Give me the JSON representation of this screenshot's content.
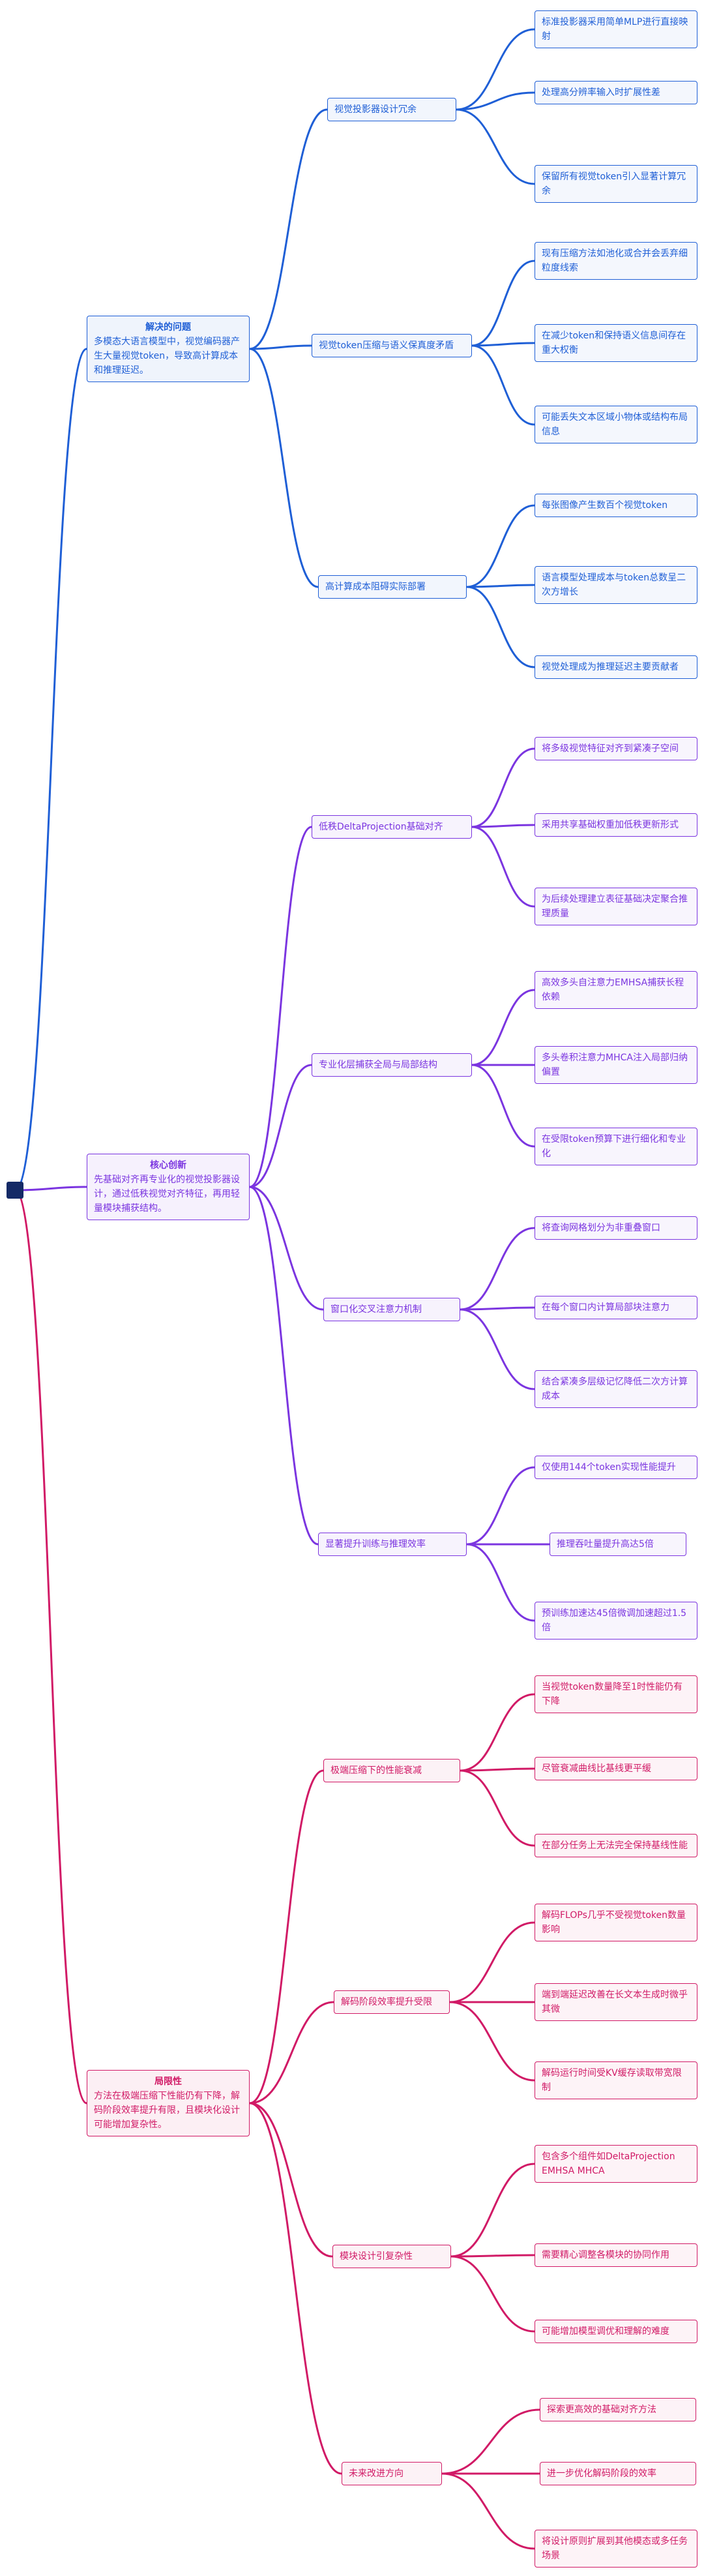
{
  "colors": {
    "blue": "#1f5fd6",
    "purple": "#7b35e0",
    "pink": "#d11a66"
  },
  "categories": [
    {
      "title": "解决的问题",
      "description": "多模态大语言模型中，视觉编码器产生大量视觉token，导致高计算成本和推理延迟。",
      "color": "blue",
      "subs": [
        {
          "label": "视觉投影器设计冗余",
          "leaves": [
            "标准投影器采用简单MLP进行直接映射",
            "处理高分辨率输入时扩展性差",
            "保留所有视觉token引入显著计算冗余"
          ]
        },
        {
          "label": "视觉token压缩与语义保真度矛盾",
          "leaves": [
            "现有压缩方法如池化或合并会丢弃细粒度线索",
            "在减少token和保持语义信息间存在重大权衡",
            "可能丢失文本区域小物体或结构布局信息"
          ]
        },
        {
          "label": "高计算成本阻碍实际部署",
          "leaves": [
            "每张图像产生数百个视觉token",
            "语言模型处理成本与token总数呈二次方增长",
            "视觉处理成为推理延迟主要贡献者"
          ]
        }
      ]
    },
    {
      "title": "核心创新",
      "description": "先基础对齐再专业化的视觉投影器设计，通过低秩视觉对齐特征，再用轻量模块捕获结构。",
      "color": "purple",
      "subs": [
        {
          "label": "低秩DeltaProjection基础对齐",
          "leaves": [
            "将多级视觉特征对齐到紧凑子空间",
            "采用共享基础权重加低秩更新形式",
            "为后续处理建立表征基础决定聚合推理质量"
          ]
        },
        {
          "label": "专业化层捕获全局与局部结构",
          "leaves": [
            "高效多头自注意力EMHSA捕获长程依赖",
            "多头卷积注意力MHCA注入局部归纳偏置",
            "在受限token预算下进行细化和专业化"
          ]
        },
        {
          "label": "窗口化交叉注意力机制",
          "leaves": [
            "将查询网格划分为非重叠窗口",
            "在每个窗口内计算局部块注意力",
            "结合紧凑多层级记忆降低二次方计算成本"
          ]
        },
        {
          "label": "显著提升训练与推理效率",
          "leaves": [
            "仅使用144个token实现性能提升",
            "推理吞吐量提升高达5倍",
            "预训练加速达45倍微调加速超过1.5倍"
          ]
        }
      ]
    },
    {
      "title": "局限性",
      "description": "方法在极端压缩下性能仍有下降，解码阶段效率提升有限，且模块化设计可能增加复杂性。",
      "color": "pink",
      "subs": [
        {
          "label": "极端压缩下的性能衰减",
          "leaves": [
            "当视觉token数量降至1时性能仍有下降",
            "尽管衰减曲线比基线更平缓",
            "在部分任务上无法完全保持基线性能"
          ]
        },
        {
          "label": "解码阶段效率提升受限",
          "leaves": [
            "解码FLOPs几乎不受视觉token数量影响",
            "端到端延迟改善在长文本生成时微乎其微",
            "解码运行时间受KV缓存读取带宽限制"
          ]
        },
        {
          "label": "模块设计引复杂性",
          "leaves": [
            "包含多个组件如DeltaProjection EMHSA MHCA",
            "需要精心调整各模块的协同作用",
            "可能增加模型调优和理解的难度"
          ]
        },
        {
          "label": "未来改进方向",
          "leaves": [
            "探索更高效的基础对齐方法",
            "进一步优化解码阶段的效率",
            "将设计原则扩展到其他模态或多任务场景"
          ]
        }
      ]
    }
  ]
}
